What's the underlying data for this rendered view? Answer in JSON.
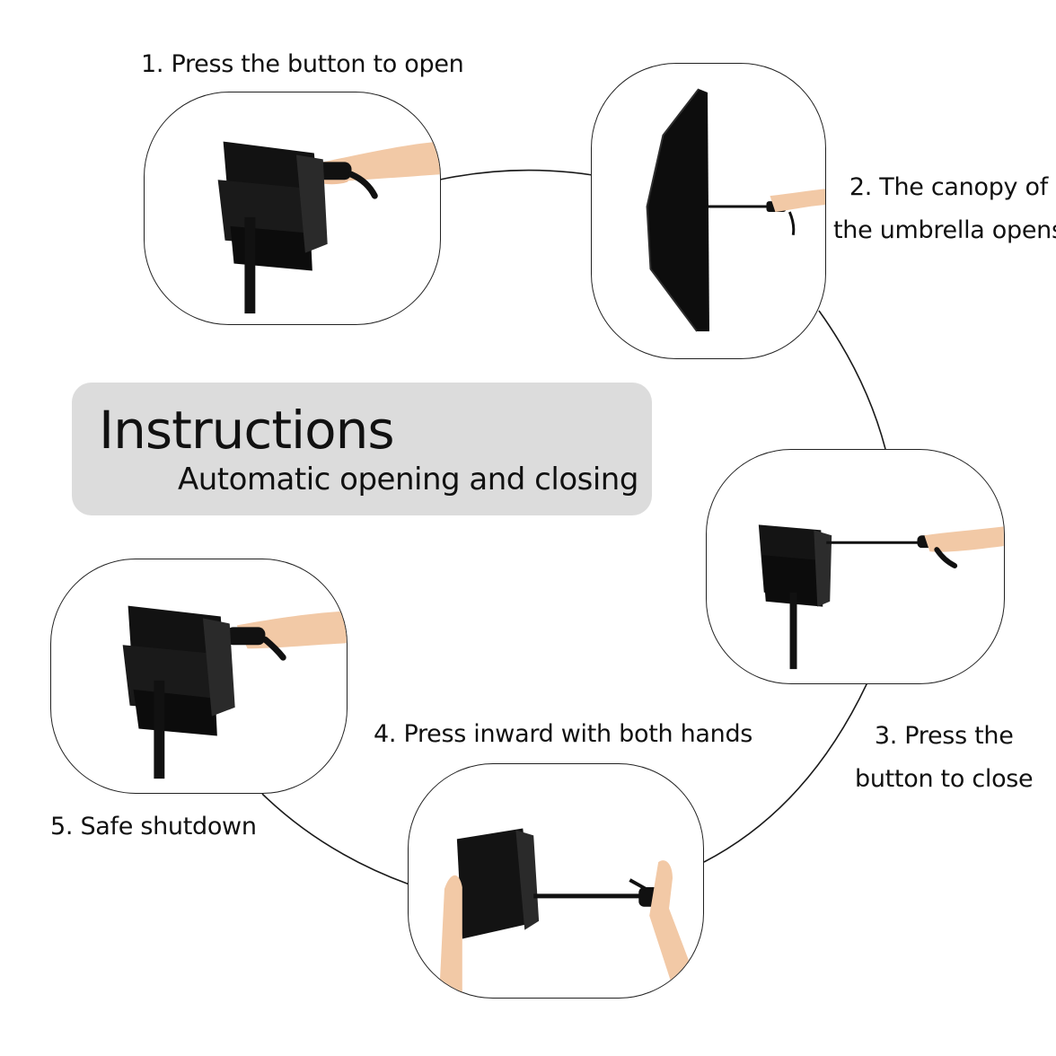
{
  "instructions": {
    "title": "Instructions",
    "subtitle": "Automatic opening and closing"
  },
  "steps": [
    {
      "lines": [
        "1. Press the button to open"
      ],
      "image": "closed-umbrella-held-by-hand"
    },
    {
      "lines": [
        "2. The canopy of",
        "the umbrella opens"
      ],
      "image": "open-umbrella-canopy"
    },
    {
      "lines": [
        "3. Press the",
        "button to close"
      ],
      "image": "closing-umbrella-extended-shaft"
    },
    {
      "lines": [
        "4. Press inward with both hands"
      ],
      "image": "umbrella-pressed-with-both-hands"
    },
    {
      "lines": [
        "5. Safe shutdown"
      ],
      "image": "folded-umbrella-held-by-hand"
    }
  ],
  "colors": {
    "canopy": "#0d0d0d",
    "skin": "#f2c9a6",
    "title_box": "#dcdcdc",
    "connector": "#1a1a1a"
  }
}
